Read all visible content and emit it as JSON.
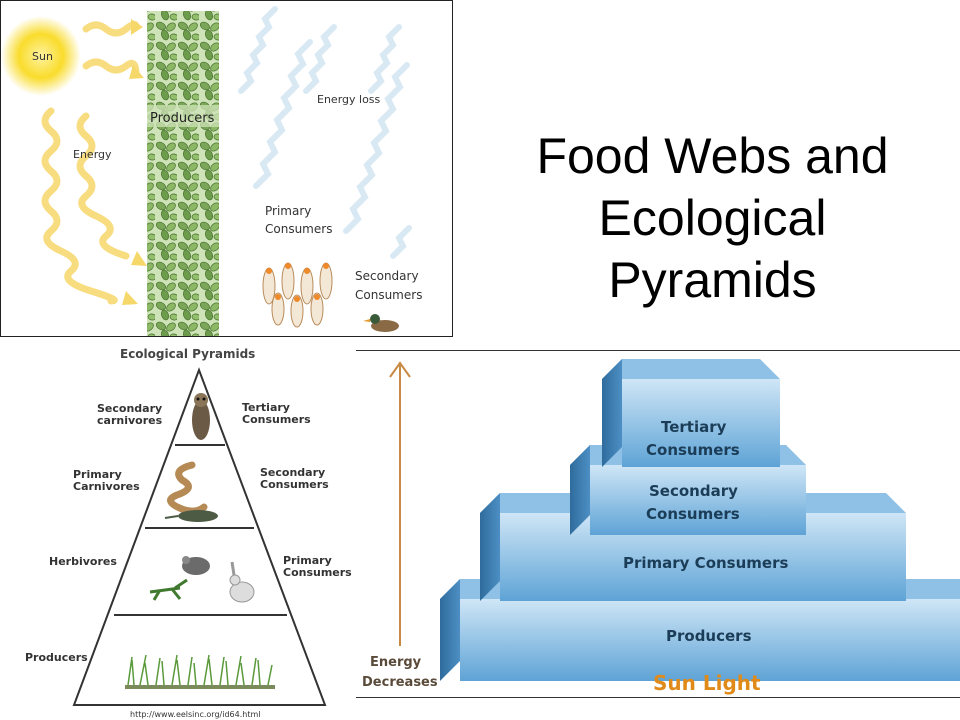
{
  "slide": {
    "title_line1": "Food Webs and",
    "title_line2": "Ecological",
    "title_line3": "Pyramids"
  },
  "energy_flow": {
    "sun": "Sun",
    "energy": "Energy",
    "producers": "Producers",
    "energy_loss": "Energy loss",
    "primary_line1": "Primary",
    "primary_line2": "Consumers",
    "secondary_line1": "Secondary",
    "secondary_line2": "Consumers"
  },
  "eco_pyramid": {
    "title": "Ecological Pyramids",
    "secondary_carnivores_1": "Secondary",
    "secondary_carnivores_2": "carnivores",
    "tertiary_1": "Tertiary",
    "tertiary_2": "Consumers",
    "primary_carnivores_1": "Primary",
    "primary_carnivores_2": "Carnivores",
    "secondary_consumers_1": "Secondary",
    "secondary_consumers_2": "Consumers",
    "herbivores": "Herbivores",
    "primary_consumers_1": "Primary",
    "primary_consumers_2": "Consumers",
    "producers": "Producers",
    "source": "http://www.eelsinc.org/id64.html"
  },
  "block_pyramid": {
    "tertiary_1": "Tertiary",
    "tertiary_2": "Consumers",
    "secondary_1": "Secondary",
    "secondary_2": "Consumers",
    "primary": "Primary Consumers",
    "producers": "Producers",
    "energy_1": "Energy",
    "energy_2": "Decreases",
    "sun_light": "Sun Light"
  },
  "colors": {
    "sun": "#f7d21c",
    "producer_green": "#7da95a",
    "block_blue": "#5aa0d2",
    "energy_arrow": "#c98a45",
    "sun_light_text": "#e08a1a"
  }
}
